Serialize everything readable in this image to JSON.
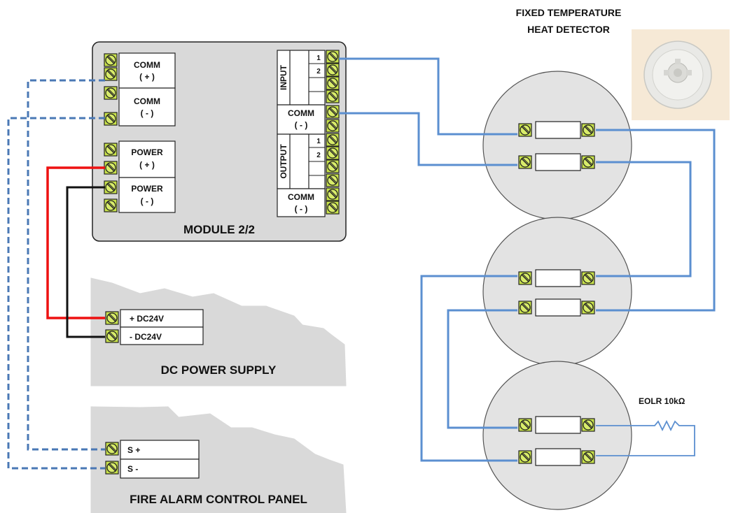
{
  "module": {
    "title": "MODULE 2/2",
    "left_terminals": [
      {
        "line1": "COMM",
        "line2": "( + )"
      },
      {
        "line1": "COMM",
        "line2": "( - )"
      },
      {
        "line1": "POWER",
        "line2": "( + )"
      },
      {
        "line1": "POWER",
        "line2": "( - )"
      }
    ],
    "input_label": "INPUT",
    "output_label": "OUTPUT",
    "input_numbers": [
      "1",
      "2"
    ],
    "output_numbers": [
      "1",
      "2"
    ],
    "comm_upper": {
      "line1": "COMM",
      "line2": "( - )"
    },
    "comm_lower": {
      "line1": "COMM",
      "line2": "( - )"
    }
  },
  "power_supply": {
    "title": "DC POWER SUPPLY",
    "terminals": [
      "+ DC24V",
      "-  DC24V"
    ]
  },
  "control_panel": {
    "title": "FIRE ALARM CONTROL PANEL",
    "terminals": [
      "S +",
      "S  -"
    ]
  },
  "detector": {
    "title_line1": "FIXED TEMPERATURE",
    "title_line2": "HEAT DETECTOR",
    "count": 3
  },
  "eolr": {
    "label": "EOLR  10kΩ"
  },
  "colors": {
    "signal_wire": "#5b8fd0",
    "loop_wire": "#4a78b5",
    "power_positive": "#ee1111",
    "power_negative": "#111111",
    "panel_fill": "#d9d9d9",
    "terminal_fill": "#c8e24a"
  }
}
